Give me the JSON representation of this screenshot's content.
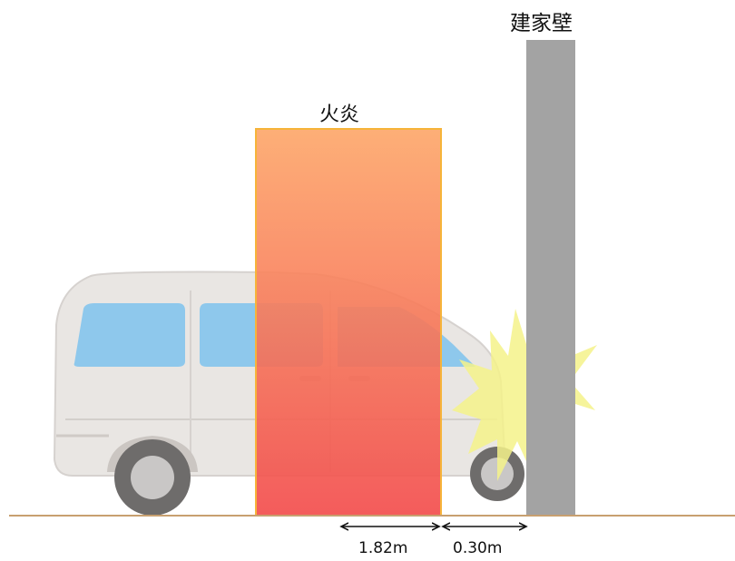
{
  "labels": {
    "wall": "建家壁",
    "flame": "火炎",
    "distance_flame_to_car": "1.82m",
    "distance_car_to_wall": "0.30m"
  },
  "colors": {
    "ground_line": "#c8a070",
    "wall": "#a3a3a3",
    "flame_top": "#fda668",
    "flame_bottom": "#f24a4a",
    "flame_border": "#f6b43a",
    "car_body": "#e9e6e3",
    "car_window": "#8ec8ec",
    "impact_burst": "#f4f28a"
  },
  "icons": {
    "vehicle": "van-icon",
    "impact": "impact-burst-icon",
    "arrows": "double-arrow-icon"
  }
}
